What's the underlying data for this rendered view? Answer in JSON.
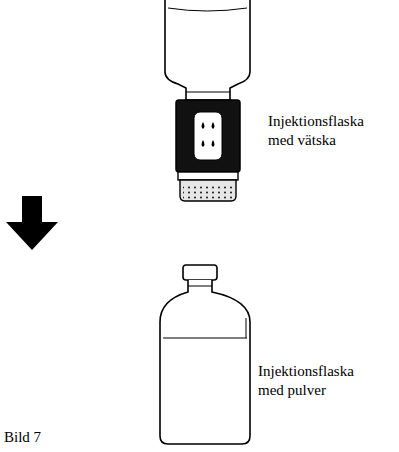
{
  "diagram": {
    "labels": [
      "Injektionsflaska med vätska",
      "Injektionsflaska med pulver",
      "Bild 7"
    ]
  }
}
